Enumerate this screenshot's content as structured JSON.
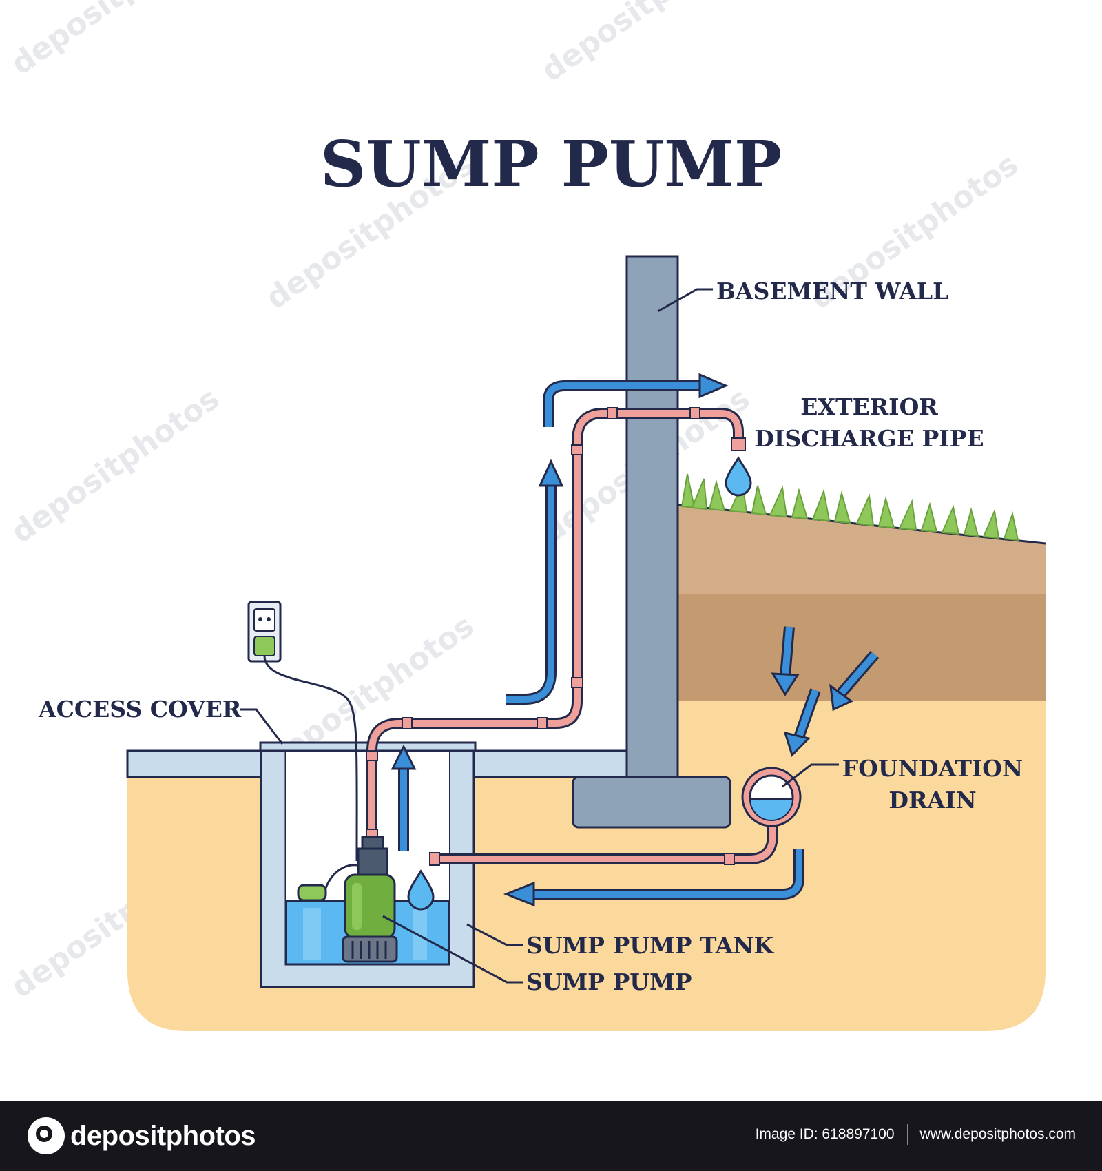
{
  "title": "SUMP PUMP",
  "labels": {
    "basement_wall": "BASEMENT WALL",
    "exterior_line1": "EXTERIOR",
    "exterior_line2": "DISCHARGE PIPE",
    "access_cover": "ACCESS COVER",
    "foundation_line1": "FOUNDATION",
    "foundation_line2": "DRAIN",
    "sump_pump_tank": "SUMP PUMP TANK",
    "sump_pump": "SUMP PUMP"
  },
  "watermark": "depositphotos",
  "footer": {
    "brand": "depositphotos",
    "image_id": "Image ID: 618897100",
    "url": "www.depositphotos.com"
  },
  "colors": {
    "soil_sand": "#fbd89b",
    "soil_dark": "#c49a71",
    "soil_top": "#d2ad88",
    "wall": "#8fa3b8",
    "pipe": "#f0a09a",
    "flow_arrow": "#3b8fd8",
    "water": "#5bb8f0",
    "grass": "#8ec85a",
    "text": "#23294a"
  }
}
